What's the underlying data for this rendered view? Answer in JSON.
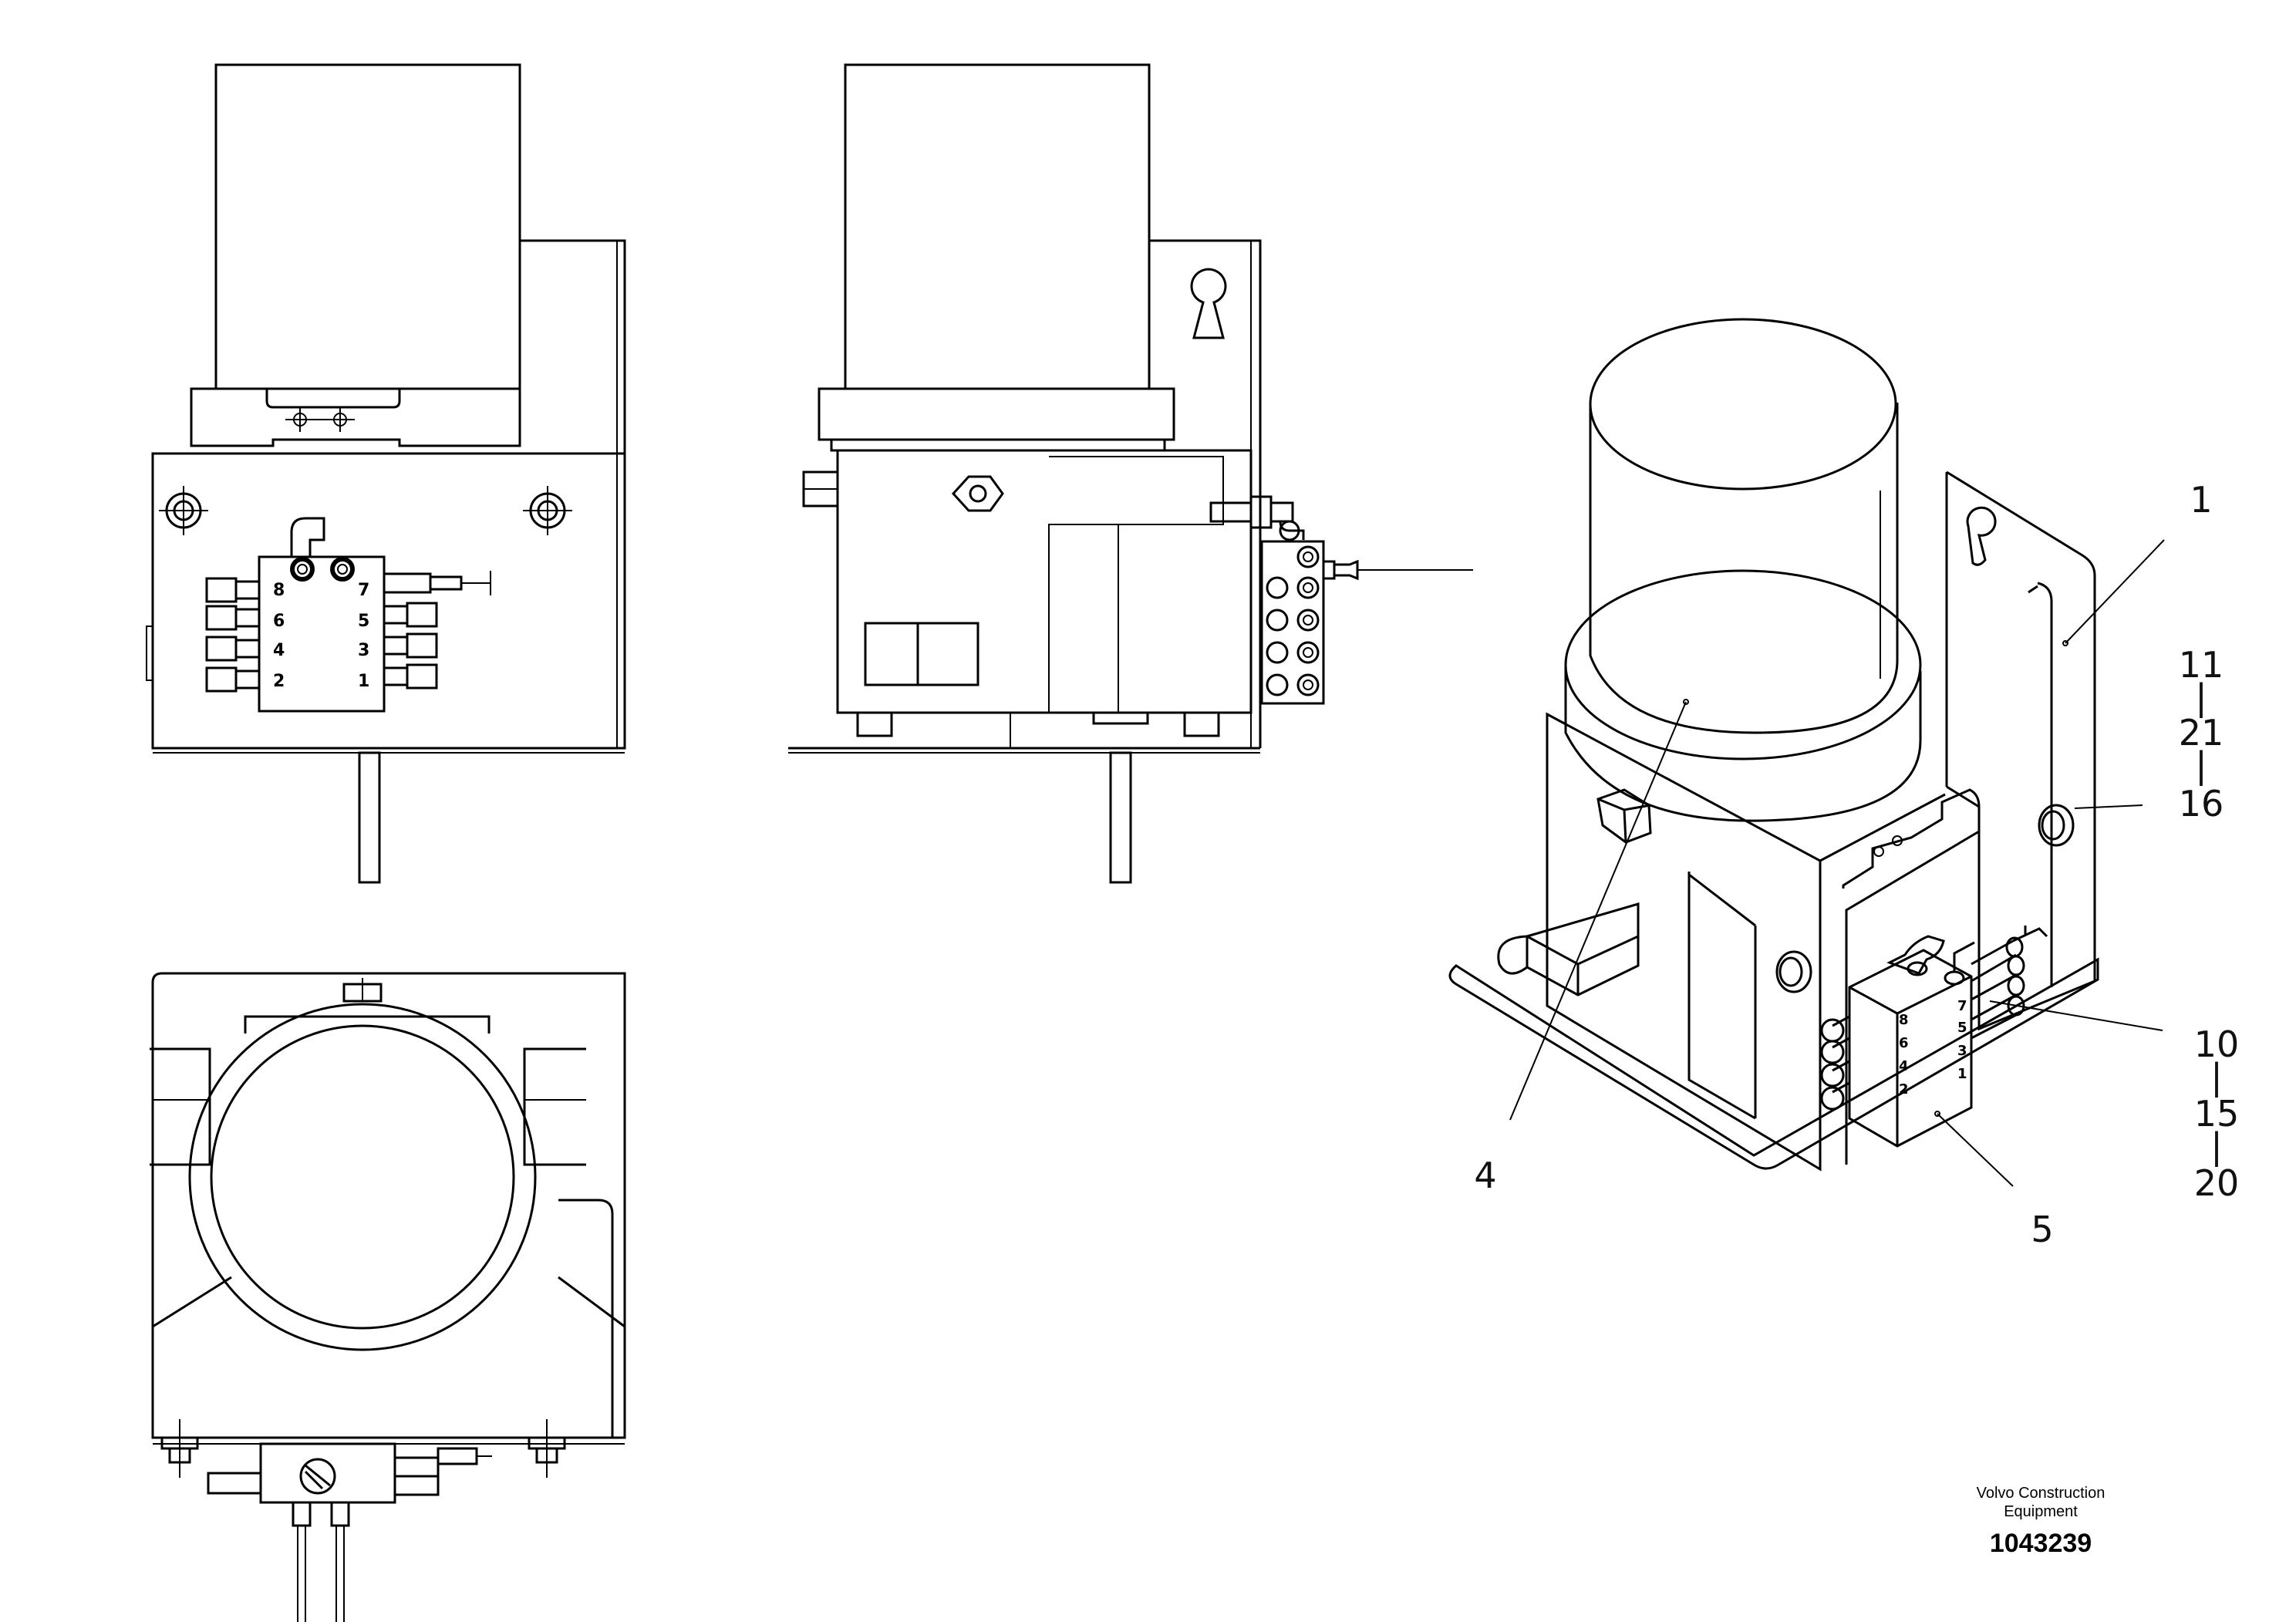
{
  "callouts": {
    "c1": "1",
    "c11": "11",
    "c21": "21",
    "c16": "16",
    "c10": "10",
    "c15": "15",
    "c20": "20",
    "c4": "4",
    "c5": "5",
    "sep": "|"
  },
  "front_view_ports": {
    "p8": "8",
    "p7": "7",
    "p6": "6",
    "p5": "5",
    "p4": "4",
    "p3": "3",
    "p2": "2",
    "p1": "1"
  },
  "iso_view_ports": {
    "p8": "8",
    "p7": "7",
    "p6": "6",
    "p5": "5",
    "p4": "4",
    "p3": "3",
    "p2": "2",
    "p1": "1"
  },
  "footer": {
    "company_line1": "Volvo Construction",
    "company_line2": "Equipment",
    "drawing_number": "1043239"
  }
}
